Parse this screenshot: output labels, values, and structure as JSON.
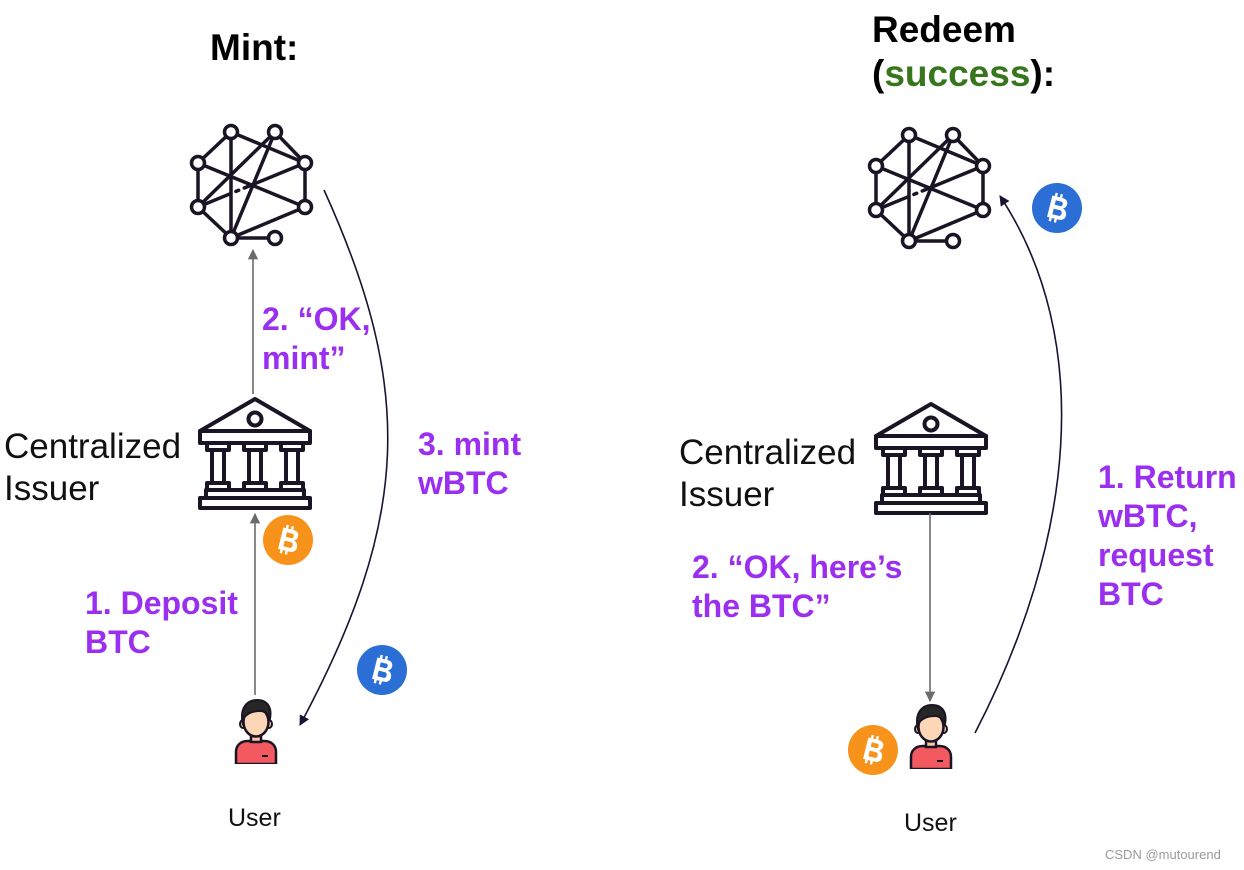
{
  "mint": {
    "title": "Mint:",
    "issuer_label": [
      "Centralized",
      "Issuer"
    ],
    "step_ok_mint": [
      "2. “OK,",
      "mint”"
    ],
    "step_mint_wbtc": [
      "3. mint",
      "wBTC"
    ],
    "step_deposit": [
      "1. Deposit",
      "BTC"
    ],
    "user_label": "User"
  },
  "redeem": {
    "title": {
      "line1": "Redeem",
      "line2_prefix": "(",
      "line2_status": "success",
      "line2_suffix": "):"
    },
    "issuer_label": [
      "Centralized",
      "Issuer"
    ],
    "step_return": [
      "1. Return",
      "wBTC,",
      "request",
      "BTC"
    ],
    "step_ok_btc": [
      "2. “OK, here’s",
      "the BTC”"
    ],
    "user_label": "User"
  },
  "watermark": "CSDN @mutourend",
  "icons": {
    "blockchain": "network-icon",
    "issuer": "bank-icon",
    "user": "user-icon",
    "btc": "bitcoin-icon",
    "wbtc": "wrapped-bitcoin-icon"
  },
  "colors": {
    "step_text": "#9b2ff0",
    "success": "#38761d",
    "bitcoin": "#f7931a",
    "wrapped_bitcoin": "#2b6fd6",
    "issuer_arrow": "#6b6b6b",
    "flow_arrow": "#1d1033"
  }
}
